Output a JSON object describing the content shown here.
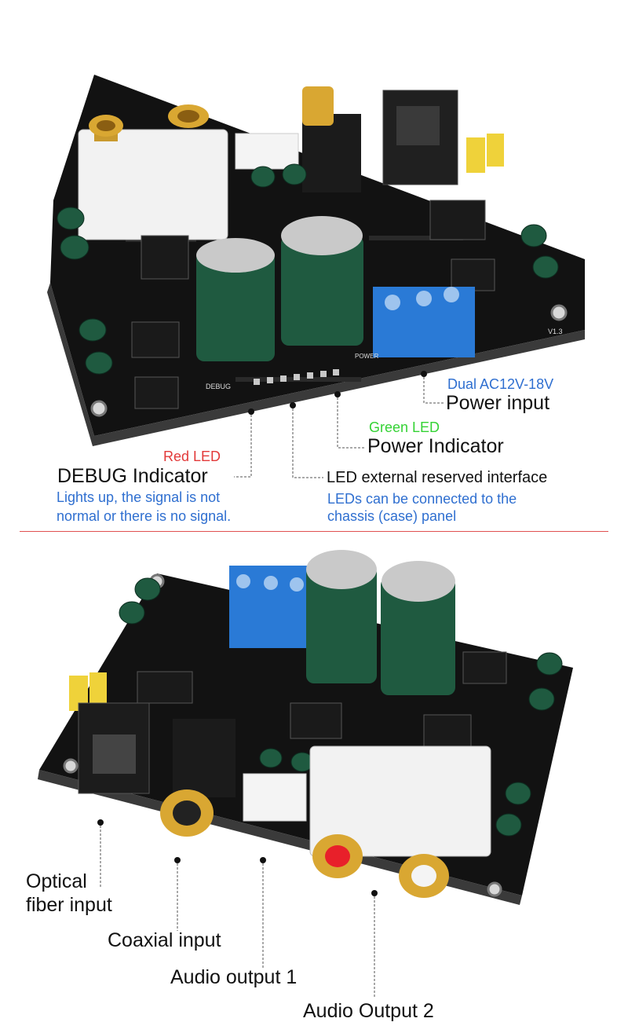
{
  "top_section": {
    "power_input": {
      "spec": "Dual AC12V-18V",
      "label": "Power input"
    },
    "power_indicator": {
      "led": "Green LED",
      "label": "Power Indicator"
    },
    "debug_indicator": {
      "led": "Red LED",
      "label": "DEBUG Indicator",
      "desc_line1": "Lights up, the signal is not",
      "desc_line2": "normal or there is no signal."
    },
    "led_interface": {
      "label": "LED external reserved interface",
      "desc_line1": "LEDs can be connected to the",
      "desc_line2": "chassis (case) panel"
    },
    "silkscreen": {
      "debug": "DEBUG",
      "power": "POWER",
      "version": "V1.3"
    }
  },
  "bottom_section": {
    "optical": {
      "line1": "Optical",
      "line2": "fiber input"
    },
    "coaxial": "Coaxial input",
    "audio_out_1": "Audio output 1",
    "audio_out_2": "Audio Output 2"
  },
  "colors": {
    "label": "#111111",
    "note_blue": "#2f6fd0",
    "green_led": "#35d235",
    "red_led": "#e23a3a",
    "divider": "#e05050",
    "pcb": "#121212",
    "terminal": "#2a7ad6",
    "capacitor": "#1f5a40",
    "gold": "#d9a732"
  }
}
